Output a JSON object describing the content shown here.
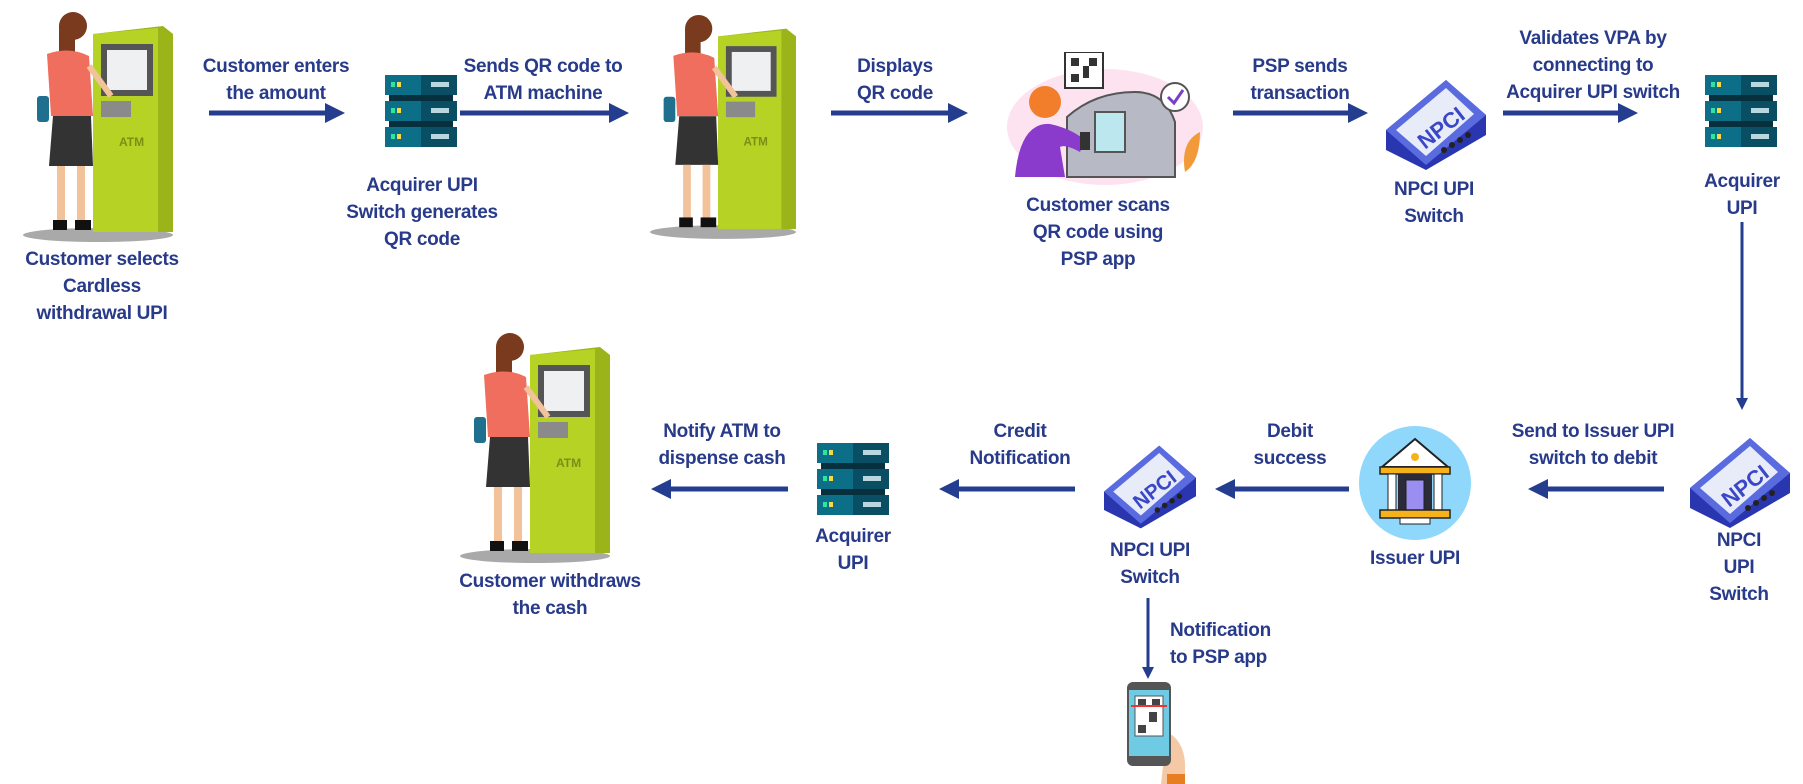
{
  "colors": {
    "text": "#283a8a",
    "arrow": "#243d8f",
    "atm": "#a8c81e",
    "server": "#0d6f87",
    "npci": "#3f4fd0",
    "bank_bg": "#8fd8fb"
  },
  "nodes": {
    "atm_start": {
      "label": "Customer selects\nCardless\nwithdrawal UPI",
      "icon": "atm-customer-icon"
    },
    "acquirer_qr": {
      "label": "Acquirer UPI\nSwitch generates\nQR code",
      "icon": "server-icon"
    },
    "atm_display": {
      "icon": "atm-customer-icon"
    },
    "customer_scan": {
      "label": "Customer scans\nQR code using\nPSP app",
      "icon": "customer-scan-qr-icon"
    },
    "npci_1": {
      "label": "NPCI UPI\nSwitch",
      "icon": "npci-switch-icon"
    },
    "acquirer_upi_1": {
      "label": "Acquirer\nUPI",
      "icon": "server-icon"
    },
    "npci_2": {
      "label": "NPCI UPI\nSwitch",
      "icon": "npci-switch-icon"
    },
    "issuer_upi": {
      "label": "Issuer UPI",
      "icon": "bank-icon"
    },
    "npci_3": {
      "label": "NPCI UPI\nSwitch",
      "icon": "npci-switch-icon"
    },
    "acquirer_upi_2": {
      "label": "Acquirer\nUPI",
      "icon": "server-icon"
    },
    "atm_end": {
      "label": "Customer withdraws\nthe cash",
      "icon": "atm-customer-icon"
    },
    "psp_phone": {
      "icon": "phone-qr-icon"
    }
  },
  "edges": {
    "e1": "Customer enters\nthe amount",
    "e2": "Sends QR code to\nATM machine",
    "e3": "Displays\nQR code",
    "e4": "PSP sends\ntransaction",
    "e5": "Validates VPA by\nconnecting to\nAcquirer UPI switch",
    "e6": "Send to Issuer UPI\nswitch to debit",
    "e7": "Debit\nsuccess",
    "e8": "Credit\nNotification",
    "e9": "Notify ATM to\ndispense cash",
    "e10": "Notification\nto PSP app"
  },
  "atm_screen_text": "ATM",
  "npci_logo_text": "NPCI"
}
